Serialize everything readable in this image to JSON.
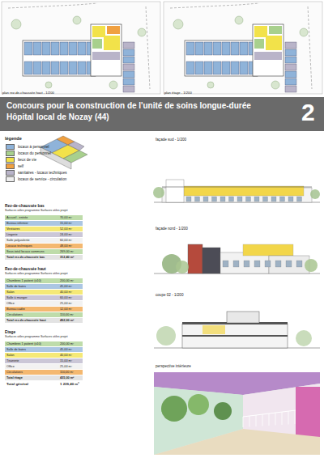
{
  "diagram": {
    "nodes": [
      {
        "text": [
          "Concours pour la construction de l'unité de soins longue-durée",
          "Hôpital local de Nozay (44)",
          "2"
        ]
      }
    ],
    "labels": [
      "plan rez-de-chaussée haut - 1/200",
      "plan étage - 1/200",
      "légende",
      "façade sud - 1/200",
      "façade nord - 1/200",
      "coupe 02 - 1/200",
      "perspective intérieure",
      "Rez-de-chaussée bas",
      "Surfaces utiles programme  Surfaces utiles projet",
      "Accueil - entrée",
      "70,00 m²",
      "Bureau infirmier",
      "15,00 m²",
      "Vestiaires",
      "52,00 m²",
      "Lingerie",
      "24,00 m²",
      "Salle polyvalente",
      "60,00 m²",
      "Locaux techniques",
      "48,00 m²",
      "Sous-total locaux communs",
      "269,00 m²",
      "Total rez-de-chaussée bas",
      "312,40 m²",
      "Rez-de-chaussée haut",
      "Surfaces utiles programme  Surfaces utiles projet",
      "Chambres 1 patient (x10)",
      "200,00 m²",
      "Salle de bains",
      "45,00 m²",
      "Salon",
      "40,00 m²",
      "Salle à manger",
      "60,00 m²",
      "Office",
      "25,00 m²",
      "Bureau cadre",
      "12,00 m²",
      "Circulations",
      "110,00 m²",
      "Total rez-de-chaussée haut",
      "492,00 m²",
      "Etage",
      "Surfaces utiles programme  Surfaces utiles projet",
      "Chambres 1 patient (x10)",
      "200,00 m²",
      "Salle de bains",
      "45,00 m²",
      "Salon",
      "40,00 m²",
      "Tisanerie",
      "15,00 m²",
      "Office",
      "25,00 m²",
      "Circulations",
      "110,00 m²",
      "Total étage",
      "435,00 m²",
      "Total général",
      "1 239,40 m²"
    ],
    "legend": [
      {
        "text": "locaux à personnel",
        "color": "#8fb3d9"
      },
      {
        "text": "locaux du personnel",
        "color": "#a8d08d"
      },
      {
        "text": "lieux de vie",
        "color": "#f2e24a"
      },
      {
        "text": "self",
        "color": "#f0a040"
      },
      {
        "text": "sanitaires - locaux techniques",
        "color": "#b9b4c9"
      },
      {
        "text": "locaux de service - circulation",
        "color": "#eeeeee"
      }
    ]
  }
}
